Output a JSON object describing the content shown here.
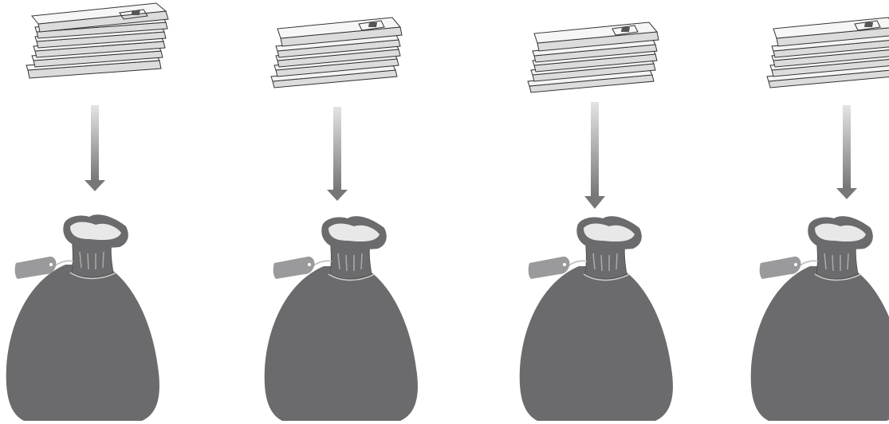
{
  "diagram": {
    "description_type": "mail-stack-to-mail-bag flow, repeated",
    "columns": [
      {
        "id": "column-1",
        "letters_icon": "letter-stack-icon",
        "arrow_icon": "down-arrow-icon",
        "bag_icon": "mail-bag-icon",
        "tag_icon": "bag-tag-icon",
        "letters_in_stack": 6
      },
      {
        "id": "column-2",
        "letters_icon": "letter-stack-icon",
        "arrow_icon": "down-arrow-icon",
        "bag_icon": "mail-bag-icon",
        "tag_icon": "bag-tag-icon",
        "letters_in_stack": 5
      },
      {
        "id": "column-3",
        "letters_icon": "letter-stack-icon",
        "arrow_icon": "down-arrow-icon",
        "bag_icon": "mail-bag-icon",
        "tag_icon": "bag-tag-icon",
        "letters_in_stack": 5
      },
      {
        "id": "column-4",
        "letters_icon": "letter-stack-icon",
        "arrow_icon": "down-arrow-icon",
        "bag_icon": "mail-bag-icon",
        "tag_icon": "bag-tag-icon",
        "letters_in_stack": 5
      }
    ],
    "colors": {
      "bag": "#6b6b6d",
      "bag_outline": "#5a5a5c",
      "bag_opening": "#e8e8e8",
      "tag": "#9a9a9c",
      "letter_fill": "#f3f3f3",
      "letter_edge": "#d8d8d8",
      "letter_stroke": "#333333",
      "arrow_top": "#e0e0e0",
      "arrow_bottom": "#7a7a7a"
    }
  }
}
